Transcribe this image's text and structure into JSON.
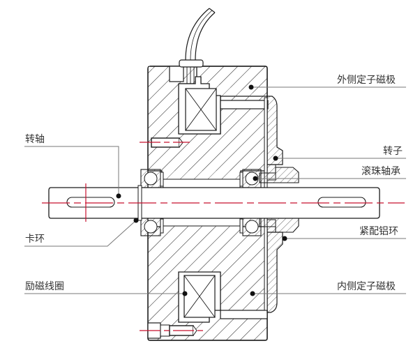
{
  "diagram": {
    "title": "电磁制动器结构剖面图",
    "colors": {
      "line": "#1a1a1a",
      "hatch": "#333333",
      "centerline": "#c8102e",
      "leader": "#777777"
    },
    "labels": {
      "outer_stator_pole": "外侧定子磁极",
      "rotor": "转子",
      "ball_bearing": "滚珠轴承",
      "tight_aluminum_ring": "紧配铝环",
      "inner_stator_pole": "内侧定子磁极",
      "shaft": "转轴",
      "snap_ring": "卡环",
      "excitation_coil": "励磁线圈"
    }
  }
}
